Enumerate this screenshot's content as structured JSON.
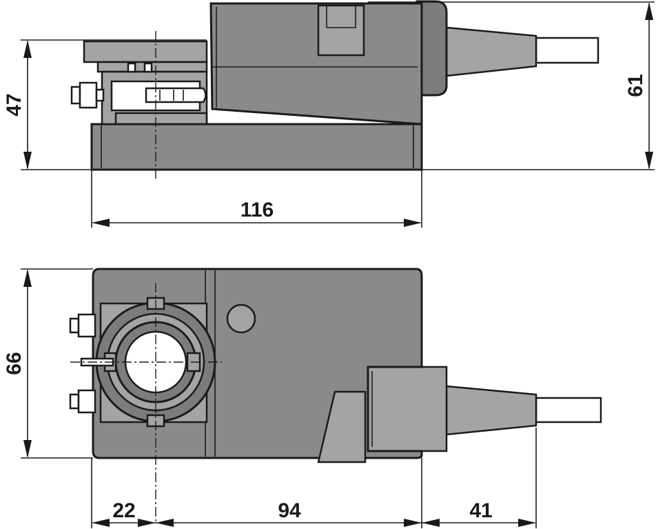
{
  "dimensions": {
    "height_left": "47",
    "height_right": "61",
    "length": "116",
    "width": "66",
    "offset_left": "22",
    "mid_length": "94",
    "cable_length": "41"
  },
  "colors": {
    "body": "#8a8a8a",
    "body_dark": "#7c7c7c",
    "accent": "#a4a4a4",
    "line": "#1a1a1a"
  }
}
